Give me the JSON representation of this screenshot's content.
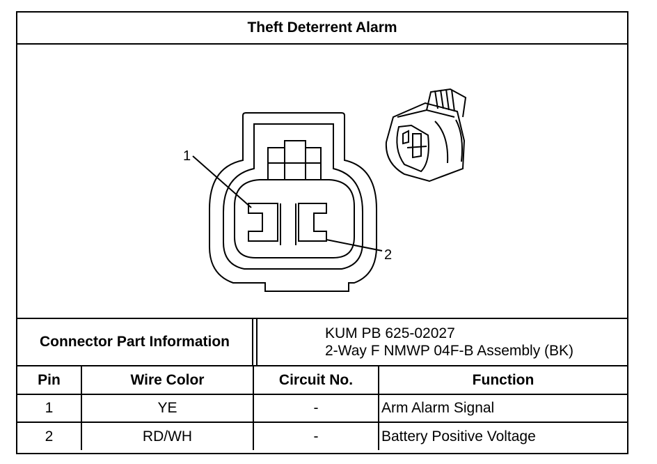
{
  "title": "Theft Deterrent Alarm",
  "diagram": {
    "callouts": [
      "1",
      "2"
    ]
  },
  "connector_info": {
    "label": "Connector Part Information",
    "lines": [
      "KUM PB 625-02027",
      "2-Way F NMWP 04F-B Assembly (BK)"
    ]
  },
  "table": {
    "headers": {
      "pin": "Pin",
      "wire_color": "Wire Color",
      "circuit": "Circuit No.",
      "function": "Function"
    },
    "rows": [
      {
        "pin": "1",
        "wire_color": "YE",
        "circuit": "-",
        "function": "Arm Alarm Signal"
      },
      {
        "pin": "2",
        "wire_color": "RD/WH",
        "circuit": "-",
        "function": "Battery Positive Voltage"
      }
    ]
  }
}
